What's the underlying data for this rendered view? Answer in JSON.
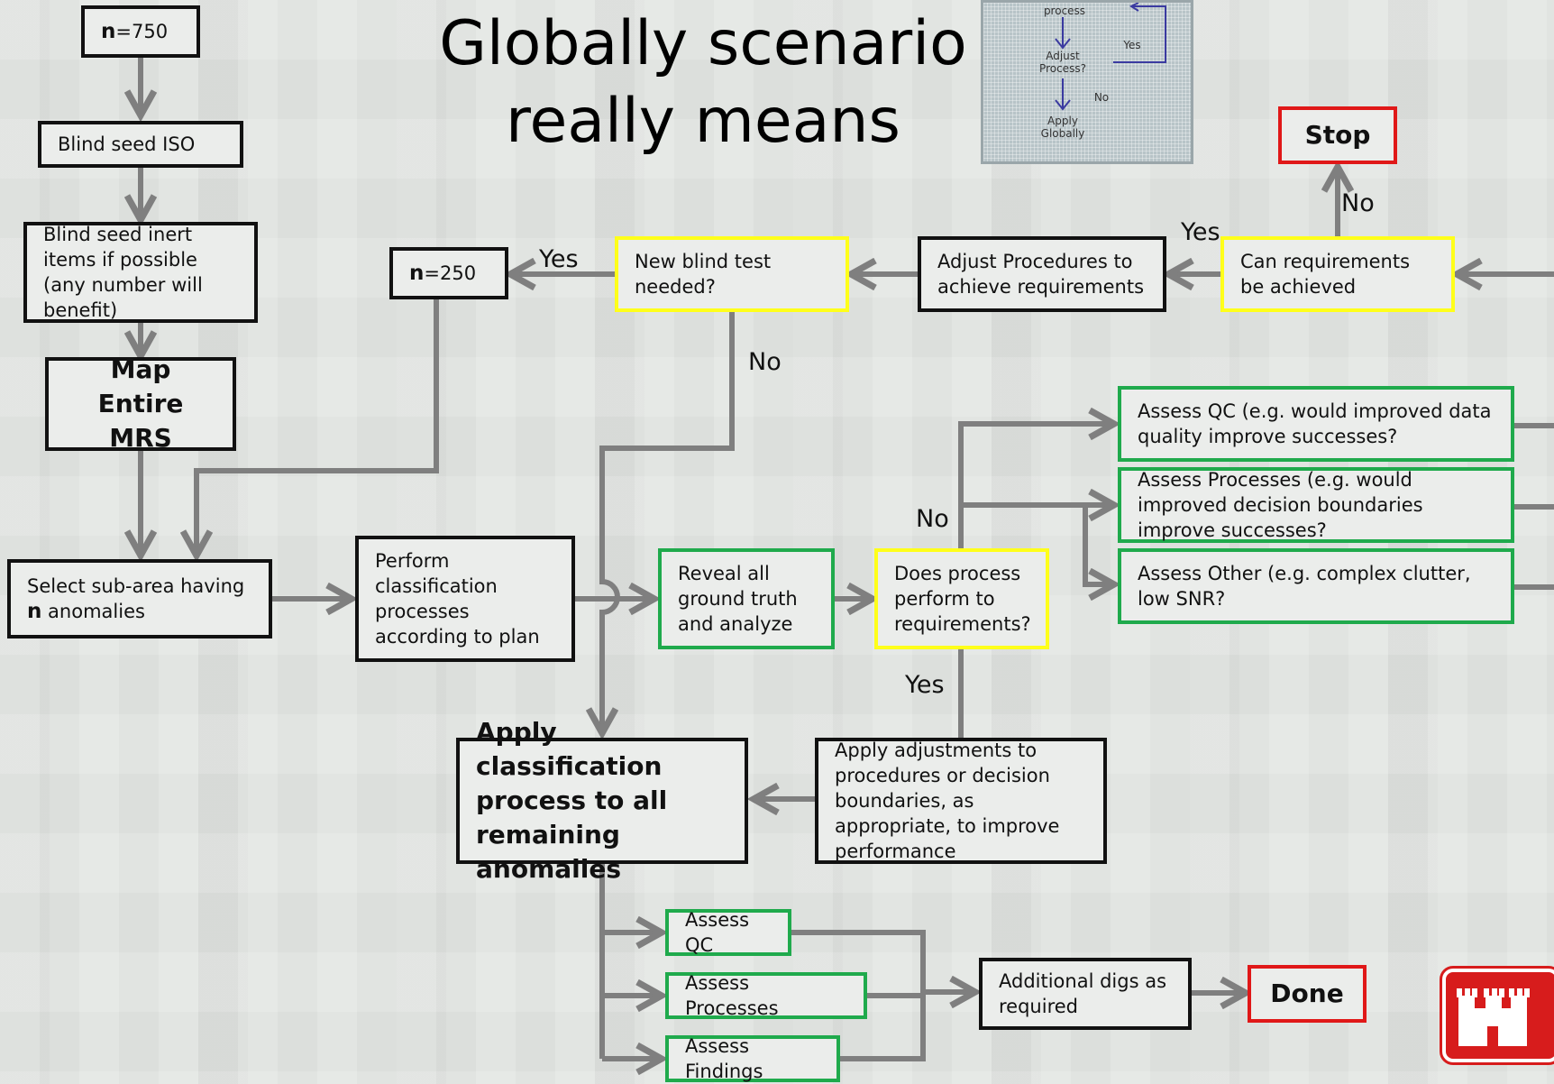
{
  "title_line1": "Globally scenario",
  "title_line2": "really means",
  "inset": {
    "process": "process",
    "adjust": "Adjust\nProcess?",
    "yes": "Yes",
    "no": "No",
    "apply": "Apply\nGlobally"
  },
  "boxes": {
    "n750_bold": "n",
    "n750_rest": "=750",
    "blind_seed_iso": "Blind seed ISO",
    "blind_seed_inert": "Blind seed inert items if possible (any number will benefit)",
    "map_entire": "Map Entire MRS",
    "select_sub_area": "Select sub-area having ",
    "select_sub_area_n": "n",
    "select_sub_area_rest": " anomalies",
    "n250_bold": "n",
    "n250_rest": "=250",
    "new_blind_test": "New blind test needed?",
    "adjust_procedures": "Adjust Procedures to achieve requirements",
    "can_requirements": "Can requirements be achieved",
    "stop": "Stop",
    "perform_classification": "Perform classification processes according to plan",
    "reveal_ground_truth": "Reveal all ground truth and analyze",
    "does_process": "Does process perform to requirements?",
    "assess_qc_top": "Assess QC (e.g. would improved data quality improve successes?",
    "assess_processes_top": "Assess Processes (e.g. would improved decision boundaries improve successes?",
    "assess_other": "Assess Other (e.g. complex clutter, low SNR?",
    "apply_classification": "Apply classification process to all remaining anomalies",
    "apply_adjustments": "Apply adjustments to procedures or decision boundaries, as appropriate, to improve performance",
    "assess_qc": "Assess QC",
    "assess_processes": "Assess Processes",
    "assess_findings": "Assess Findings",
    "additional_digs": "Additional digs as required",
    "done": "Done"
  },
  "labels": {
    "yes_n250": "Yes",
    "no_new_blind": "No",
    "yes_can_req": "Yes",
    "no_can_req": "No",
    "no_does_process": "No",
    "yes_does_process": "Yes"
  },
  "colors": {
    "connector": "#7f7f7f",
    "yellow_border": "#ffff1a",
    "green_border": "#1faa4c",
    "red_border": "#e01818"
  }
}
